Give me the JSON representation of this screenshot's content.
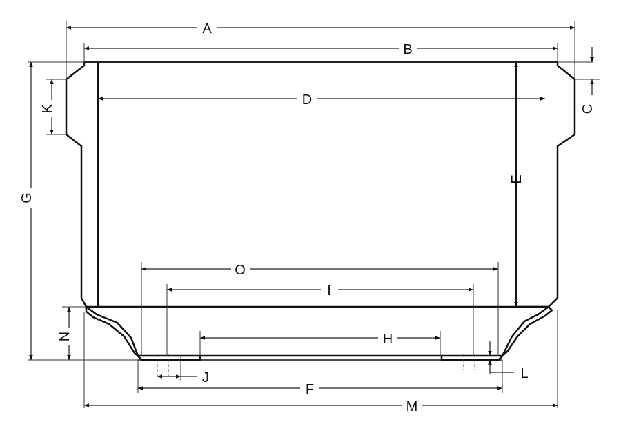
{
  "diagram": {
    "dimension_labels": {
      "A": "A",
      "B": "B",
      "C": "C",
      "D": "D",
      "E": "E",
      "F": "F",
      "G": "G",
      "H": "H",
      "I": "I",
      "J": "J",
      "K": "K",
      "L": "L",
      "M": "M",
      "N": "N",
      "O": "O"
    }
  }
}
